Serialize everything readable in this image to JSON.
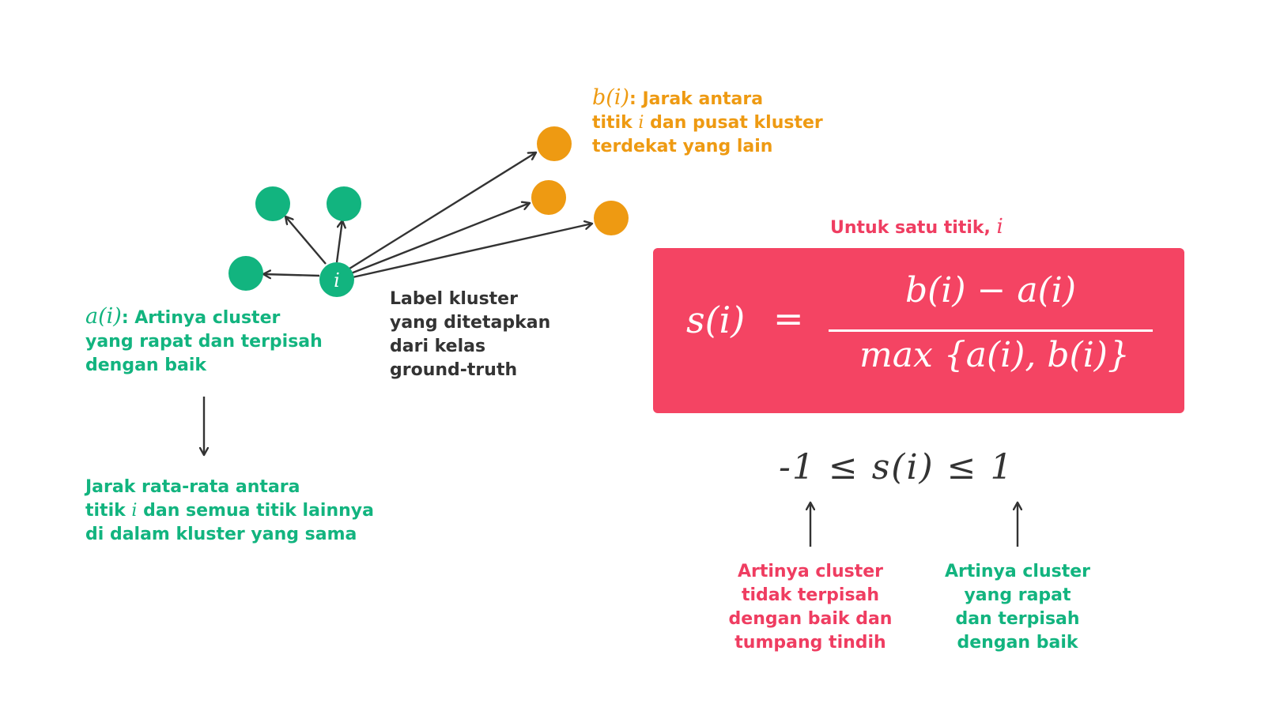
{
  "point_label": "i",
  "b_label": {
    "math": "b(i)",
    "line1": ": Jarak antara",
    "line2_pre": "titik ",
    "line2_var": "i",
    "line2_post": " dan pusat kluster",
    "line3": "terdekat yang lain"
  },
  "a_label": {
    "math": "a(i)",
    "line1": ": Artinya cluster",
    "line2": "yang rapat dan terpisah",
    "line3": "dengan baik"
  },
  "a_desc": {
    "line1": "Jarak rata-rata antara",
    "line2_pre": "titik ",
    "line2_var": "i",
    "line2_post": " dan semua titik lainnya",
    "line3": "di dalam kluster yang sama"
  },
  "cluster_label": {
    "line1": "Label kluster",
    "line2": "yang ditetapkan",
    "line3": "dari kelas",
    "line4": "ground-truth"
  },
  "formula": {
    "caption_pre": "Untuk satu titik, ",
    "caption_var": "i",
    "lhs": "s(i)",
    "equals": "=",
    "numerator": "b(i) − a(i)",
    "denominator": "max {a(i), b(i)}"
  },
  "range": "-1 ≤ s(i) ≤ 1",
  "low_meaning": {
    "line1": "Artinya cluster",
    "line2": "tidak terpisah",
    "line3": "dengan baik dan",
    "line4": "tumpang tindih"
  },
  "high_meaning": {
    "line1": "Artinya cluster",
    "line2": "yang rapat",
    "line3": "dan terpisah",
    "line4": "dengan baik"
  },
  "colors": {
    "green": "#12b47f",
    "orange": "#ee9a12",
    "pink": "#ef3d61",
    "formula_box": "#f44463",
    "arrow": "#333333"
  }
}
